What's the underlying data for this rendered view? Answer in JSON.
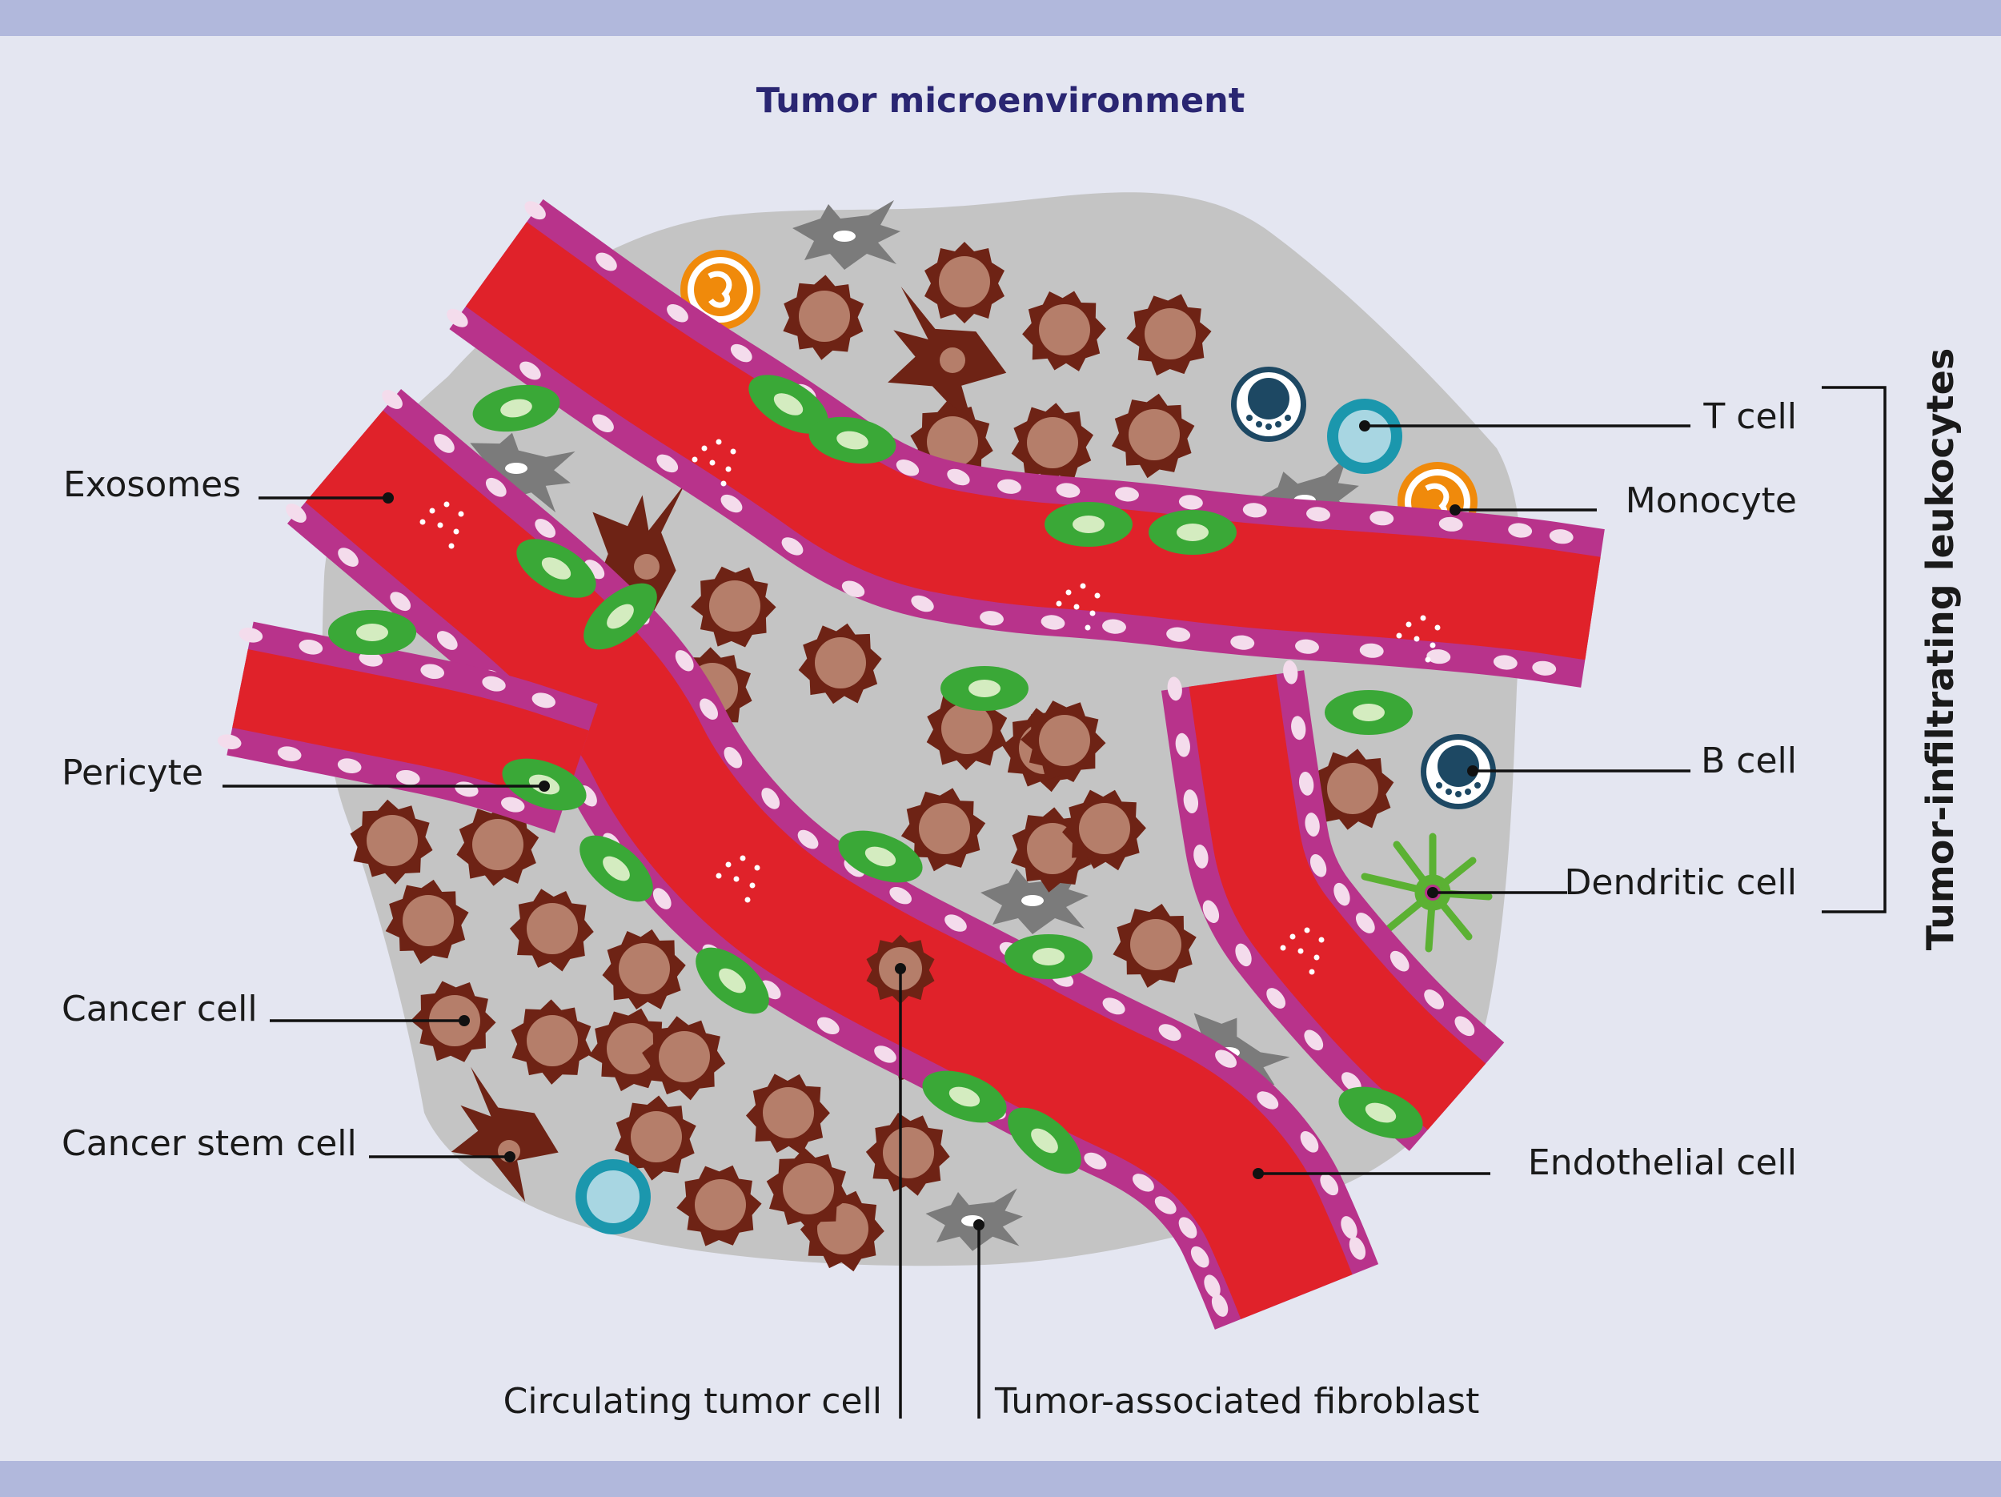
{
  "title": "Tumor microenvironment",
  "group_label": "Tumor-infiltrating leukocytes",
  "labels": {
    "exosomes": "Exosomes",
    "pericyte": "Pericyte",
    "cancer_cell": "Cancer cell",
    "cancer_stem_cell": "Cancer stem cell",
    "circulating_tumor_cell": "Circulating tumor cell",
    "tumor_associated_fibroblast": "Tumor-associated fibroblast",
    "t_cell": "T cell",
    "monocyte": "Monocyte",
    "b_cell": "B cell",
    "dendritic_cell": "Dendritic cell",
    "endothelial_cell": "Endothelial cell"
  },
  "colors": {
    "background": "#e4e6f1",
    "band": "#b1b8dc",
    "title": "#2a2672",
    "tissue": "#c4c4c4",
    "vessel_lumen": "#e0222a",
    "endothelium": "#b8338b",
    "endothelial_nucleus": "#f4dcec",
    "pericyte": "#3aa837",
    "pericyte_nucleus": "#d4ecc0",
    "cancer_cell_outer": "#6e2315",
    "cancer_cell_inner": "#b57e6a",
    "fibroblast": "#7b7b7b",
    "t_cell": "#1b97ad",
    "t_cell_inner": "#a8d6e2",
    "monocyte": "#f08a0b",
    "b_cell": "#1d4863",
    "dendritic_cell": "#5bb133"
  }
}
